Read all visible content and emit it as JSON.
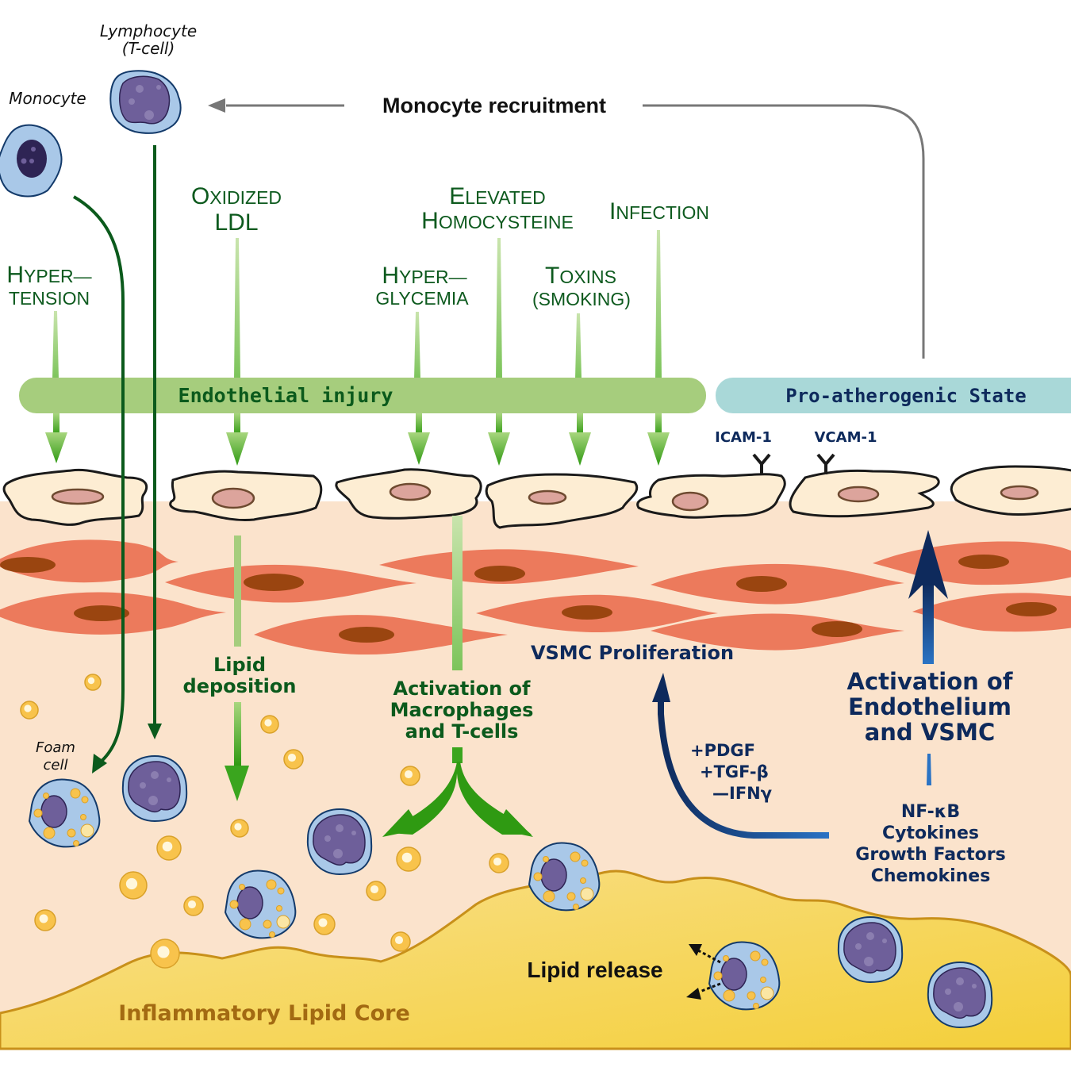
{
  "title": "Atherosclerosis pathogenesis diagram",
  "colors": {
    "intima": "#fbe3cc",
    "endothelial_cell": "#fdedd3",
    "endothelial_nucleus": "#dca49c",
    "smooth_muscle": "#ec7a5c",
    "smooth_muscle_nucleus": "#9a4510",
    "lipid_core": "#f7d76a",
    "lipid_core_edge": "#c8901a",
    "lipid_droplet": "#f8c34c",
    "cell_cytoplasm": "#a9c8e8",
    "cell_nucleus": "#6e5f9a",
    "green_arrow": "#3aa51e",
    "dark_green": "#0b5a1c",
    "navy": "#0e2a5c",
    "injury_bar": "#a6cd7d",
    "pro_atherogenic_bar": "#a9d8d8",
    "recruit_arrow": "#777777"
  },
  "cells": {
    "monocyte": "Monocyte",
    "lymphocyte_line1": "Lymphocyte",
    "lymphocyte_line2": "(T-cell)",
    "foam_cell_line1": "Foam",
    "foam_cell_line2": "cell"
  },
  "recruitment_label": "Monocyte recruitment",
  "risk_factors": [
    {
      "line1_cap": "H",
      "line1_rest": "YPER—",
      "line2": "TENSION"
    },
    {
      "line1_cap": "O",
      "line1_rest": "XIDIZED",
      "line2": "LDL"
    },
    {
      "line1_cap": "H",
      "line1_rest": "YPER—",
      "line2": "GLYCEMIA"
    },
    {
      "line1_cap": "E",
      "line1_rest": "LEVATED",
      "line2_cap": "H",
      "line2": "OMOCYSTEINE"
    },
    {
      "line1_cap": "T",
      "line1_rest": "OXINS",
      "line2": "(SMOKING)"
    },
    {
      "line1_cap": "I",
      "line1_rest": "NFECTION"
    }
  ],
  "bars": {
    "endothelial_injury": "Endothelial injury",
    "pro_atherogenic": "Pro-atherogenic State"
  },
  "adhesion_molecules": [
    "ICAM-1",
    "VCAM-1"
  ],
  "process_labels": {
    "lipid_deposition_1": "Lipid",
    "lipid_deposition_2": "deposition",
    "activation_macro_1": "Activation of",
    "activation_macro_2": "Macrophages",
    "activation_macro_3": "and T-cells",
    "vsmc_proliferation": "VSMC Proliferation",
    "activation_endo_1": "Activation of",
    "activation_endo_2": "Endothelium",
    "activation_endo_3": "and VSMC",
    "lipid_release": "Lipid release",
    "lipid_core": "Inflammatory Lipid Core"
  },
  "factors": {
    "pdgf": "+PDGF",
    "tgf": "+TGF-β",
    "ifn": "—IFNγ"
  },
  "mediators": [
    "NF-κB",
    "Cytokines",
    "Growth Factors",
    "Chemokines"
  ]
}
